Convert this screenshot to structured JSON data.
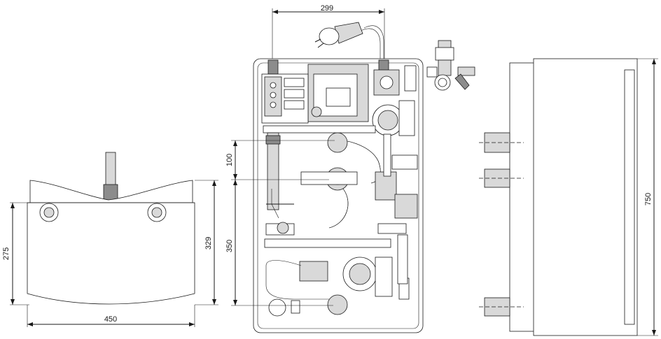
{
  "dimensions": {
    "top_width": "299",
    "bottom_width": "450",
    "side_height_275": "275",
    "side_height_329": "329",
    "front_100": "100",
    "front_350": "350",
    "right_750": "750"
  },
  "colors": {
    "line": "#1a1a1a",
    "fill_light": "#d9d9d9",
    "fill_dark": "#8c8c8c"
  }
}
